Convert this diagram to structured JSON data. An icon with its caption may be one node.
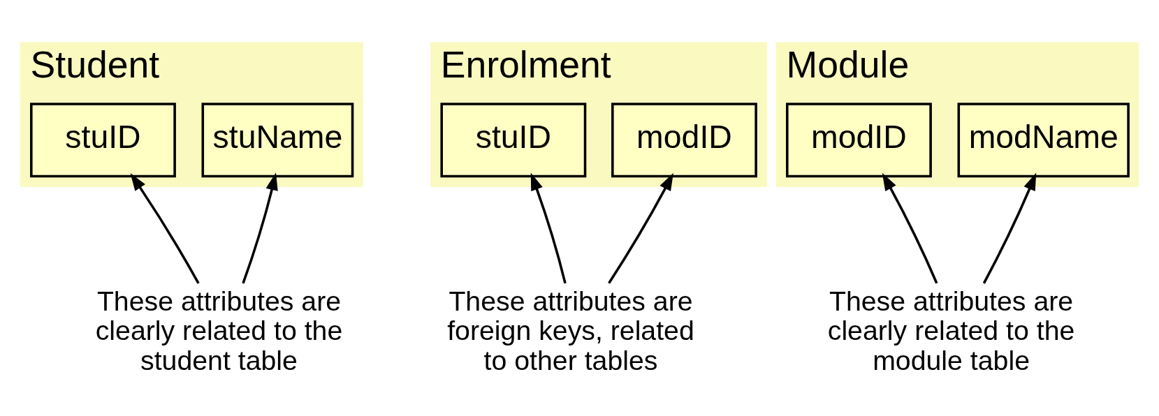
{
  "diagram": {
    "nodes": [
      {
        "text": [
          "Student"
        ]
      },
      {
        "text": [
          "stuID"
        ],
        "in": 0
      },
      {
        "text": [
          "stuName"
        ],
        "in": 0
      },
      {
        "text": [
          "Enrolment"
        ]
      },
      {
        "text": [
          "stuID"
        ],
        "in": 3
      },
      {
        "text": [
          "modID"
        ],
        "in": 3
      },
      {
        "text": [
          "Module"
        ]
      },
      {
        "text": [
          "modID"
        ],
        "in": 6
      },
      {
        "text": [
          "modName"
        ],
        "in": 6
      },
      {
        "text": [
          "These attributes are clearly related to the student table"
        ]
      },
      {
        "text": [
          "These attributes are foreign keys, related to other tables"
        ]
      },
      {
        "text": [
          "These attributes are clearly related to the module table"
        ]
      }
    ],
    "edges": [
      {
        "from": 9,
        "to": 1,
        "arrow": "to"
      },
      {
        "from": 9,
        "to": 2,
        "arrow": "to"
      },
      {
        "from": 10,
        "to": 4,
        "arrow": "to"
      },
      {
        "from": 10,
        "to": 5,
        "arrow": "to"
      },
      {
        "from": 11,
        "to": 7,
        "arrow": "to"
      },
      {
        "from": 11,
        "to": 8,
        "arrow": "to"
      }
    ]
  }
}
